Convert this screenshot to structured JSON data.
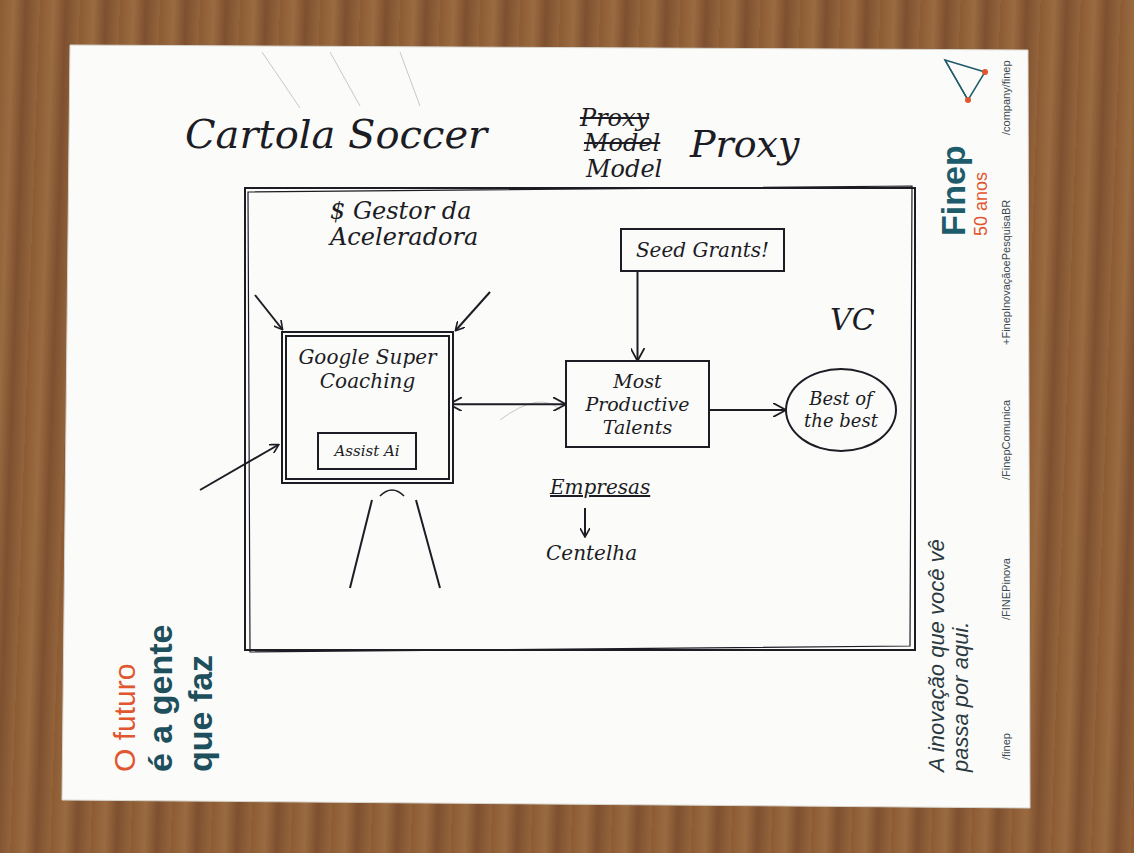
{
  "diagram": {
    "title": "Cartola Soccer",
    "nodes": [
      {
        "text": [
          "Google Super Coaching"
        ]
      },
      {
        "text": [
          "Assist Ai"
        ],
        "in": 0
      },
      {
        "text": [
          "Seed Grants!"
        ]
      },
      {
        "text": [
          "Most Productive Talents"
        ]
      },
      {
        "text": [
          "Best of the best"
        ]
      }
    ],
    "edges": [
      {
        "from": 0,
        "to": 3,
        "arrow": "both"
      },
      {
        "from": 2,
        "to": 3,
        "arrow": "to"
      },
      {
        "from": 3,
        "to": 4,
        "arrow": "to"
      }
    ],
    "labels": [
      "Proxy",
      "Model",
      "Model",
      "Proxy",
      "$ Gestor da Aceleradora",
      "VC",
      "Empresas",
      "Centelha",
      "O futuro",
      "é a gente",
      "que faz",
      "Finep",
      "50 anos",
      "A inovação que você vê passa por aqui.",
      "/company/finep",
      "+FinepInovaçãoePesquisaBR",
      "/FinepComunica",
      "/FINEPinova",
      "/finep"
    ]
  }
}
